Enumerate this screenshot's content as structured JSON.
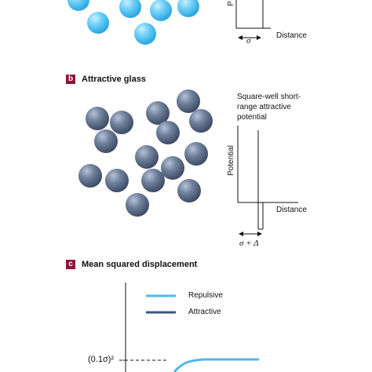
{
  "panel_a": {
    "axis_label_fragment": "P",
    "x_axis_label": "Distance",
    "width_label": "σ",
    "colors": {
      "particle": "#5bc8f5",
      "particle_dark": "#2aa7e0"
    }
  },
  "panel_b": {
    "badge": "b",
    "title": "Attractive glass",
    "potential_caption": "Square-well short-\nrange attractive\npotential",
    "y_axis_label": "Potential",
    "x_axis_label": "Distance",
    "width_label": "σ + Δ",
    "colors": {
      "particle": "#6e7f99",
      "particle_dark": "#3f4d66"
    }
  },
  "panel_c": {
    "badge": "c",
    "title": "Mean squared displacement",
    "legend": [
      {
        "label": "Repulsive",
        "color": "#4fb8e8"
      },
      {
        "label": "Attractive",
        "color": "#3c5878"
      }
    ],
    "y_tick_label": "(0.1σ)²"
  }
}
